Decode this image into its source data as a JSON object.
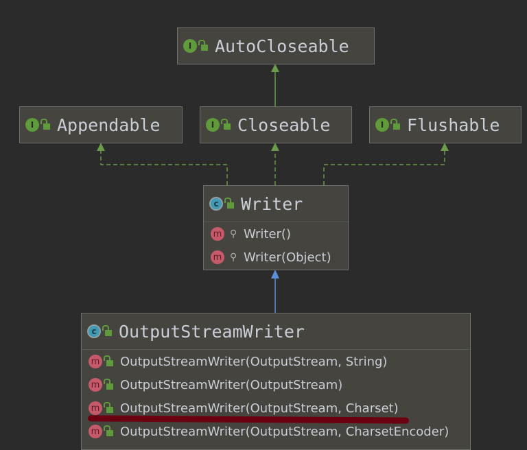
{
  "interfaces": [
    {
      "badge": "I",
      "name": "AutoCloseable"
    },
    {
      "badge": "I",
      "name": "Appendable"
    },
    {
      "badge": "I",
      "name": "Closeable"
    },
    {
      "badge": "I",
      "name": "Flushable"
    }
  ],
  "writer": {
    "badge": "c",
    "name": "Writer",
    "methods": [
      {
        "badge": "m",
        "label": "Writer()"
      },
      {
        "badge": "m",
        "label": "Writer(Object)"
      }
    ]
  },
  "osw": {
    "badge": "c",
    "name": "OutputStreamWriter",
    "methods": [
      {
        "badge": "m",
        "label": "OutputStreamWriter(OutputStream, String)"
      },
      {
        "badge": "m",
        "label": "OutputStreamWriter(OutputStream)"
      },
      {
        "badge": "m",
        "label": "OutputStreamWriter(OutputStream, Charset)"
      },
      {
        "badge": "m",
        "label": "OutputStreamWriter(OutputStream, CharsetEncoder)"
      }
    ]
  },
  "colors": {
    "background": "#2b2b2b",
    "extends_interface": "#6a9a4a",
    "extends_class": "#5b8fd6",
    "annotation": "#6b0010"
  }
}
